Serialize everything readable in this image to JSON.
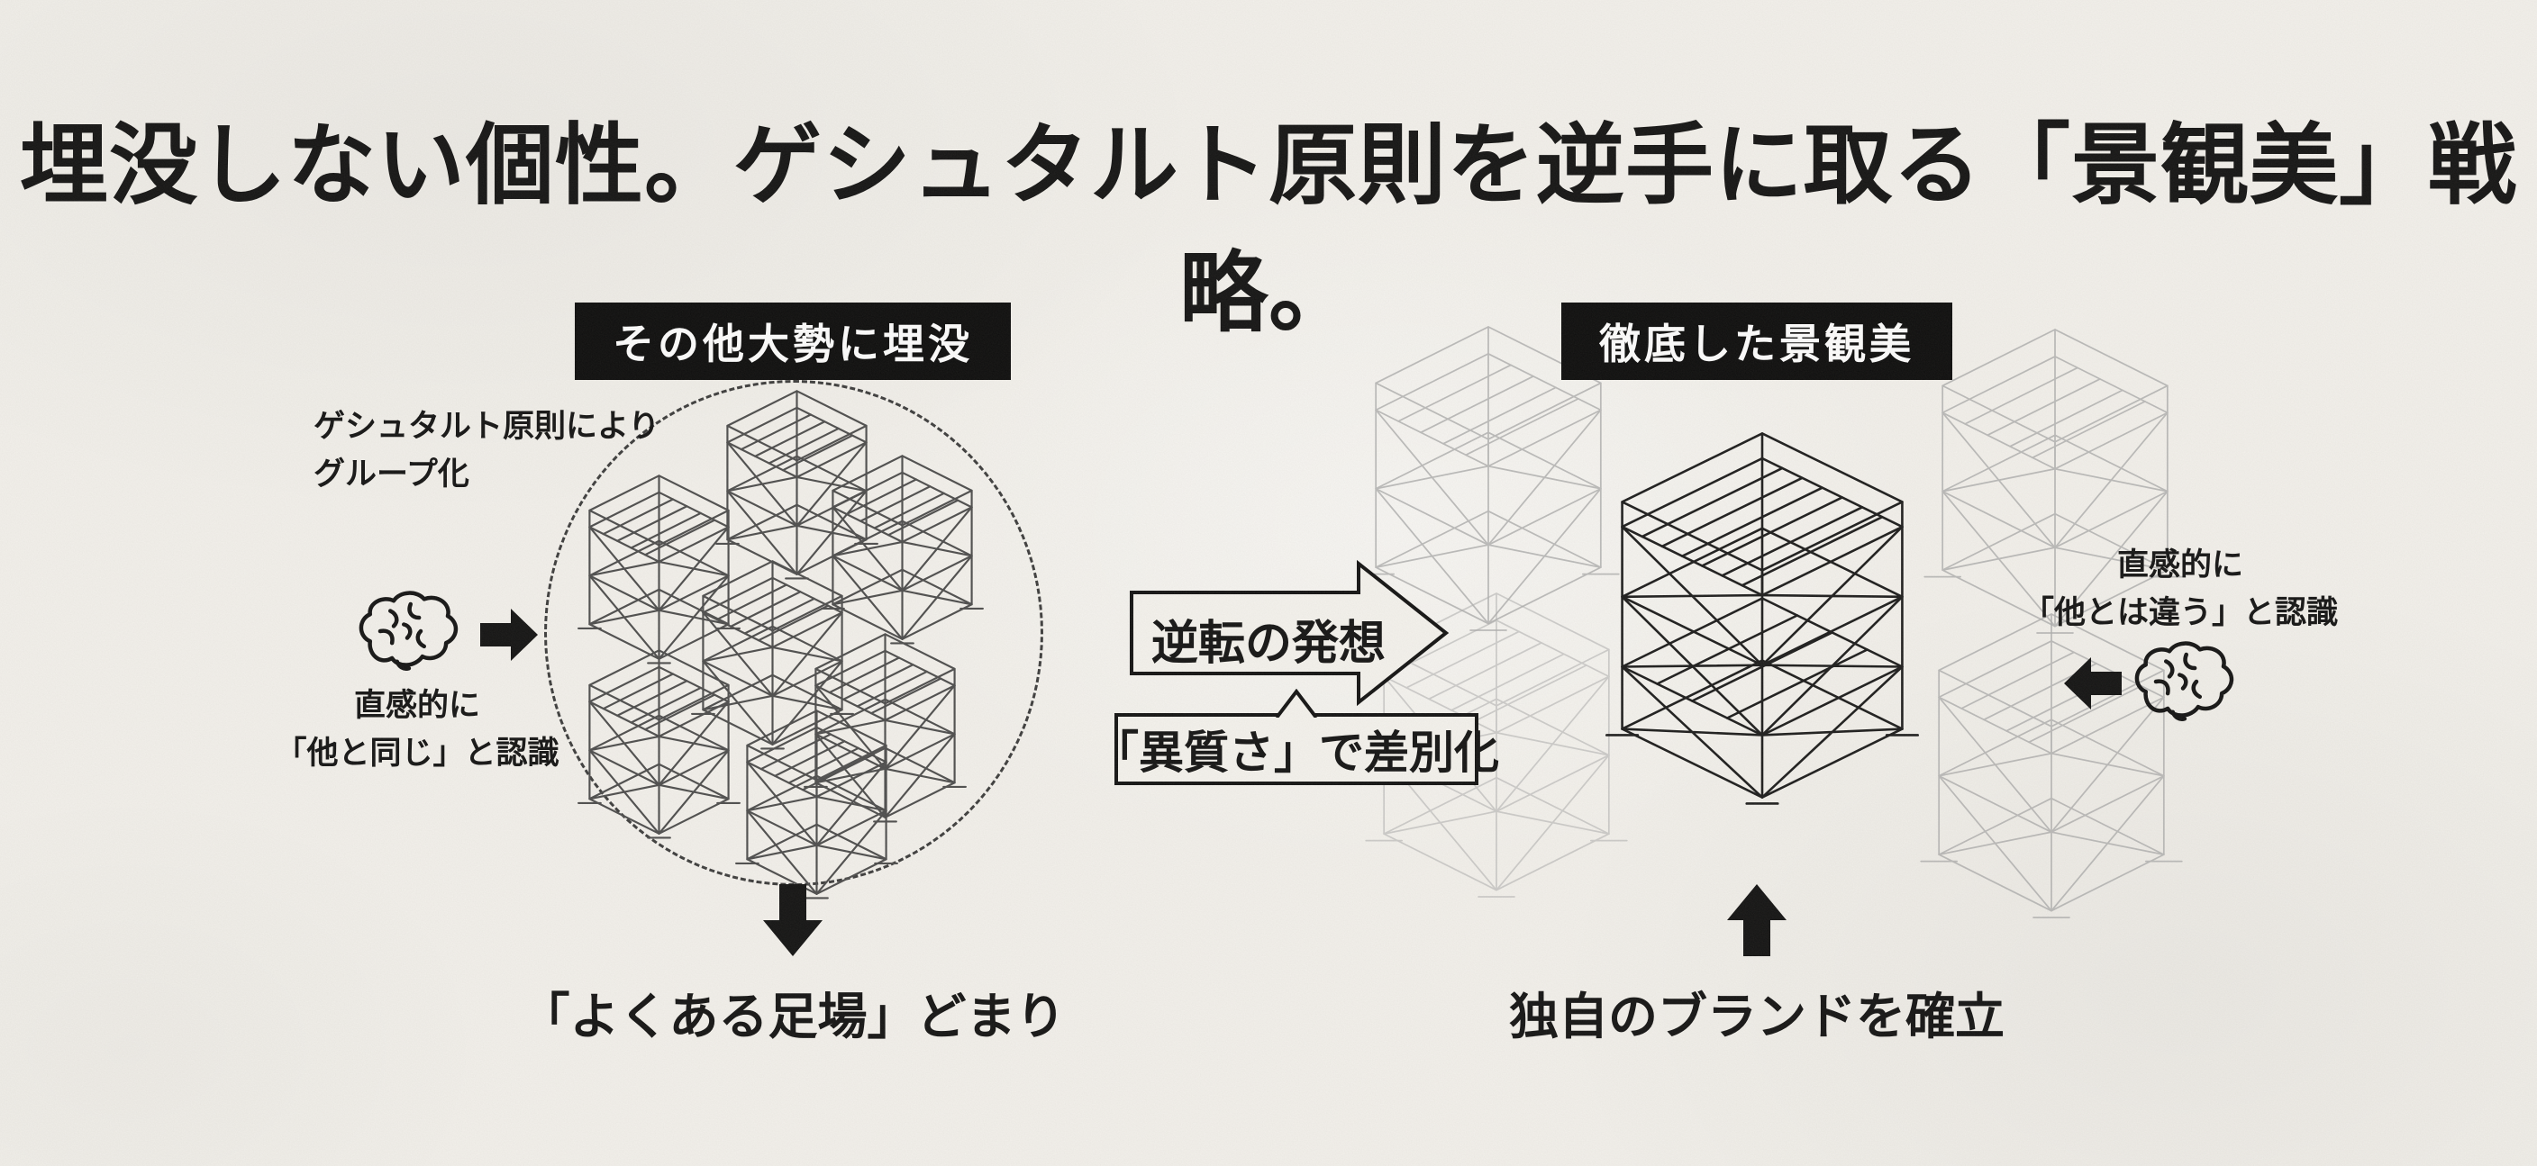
{
  "page": {
    "title": "埋没しない個性。ゲシュタルト原則を逆手に取る「景観美」戦略。"
  },
  "left": {
    "label": "その他大勢に埋没",
    "note": {
      "line1": "ゲシュタルト原則により",
      "line2": "グループ化"
    },
    "perception": {
      "line1": "直感的に",
      "line2": "「他と同じ」と認識"
    },
    "outcome": "「よくある足場」どまり"
  },
  "center": {
    "arrow_label": "逆転の発想",
    "box_label": "「異質さ」で差別化"
  },
  "right": {
    "label": "徹底した景観美",
    "perception": {
      "line1": "直感的に",
      "line2": "「他とは違う」と認識"
    },
    "outcome": "独自のブランドを確立"
  },
  "icons": {
    "brain": "brain-icon",
    "arrow_right": "arrow-right-icon",
    "arrow_left": "arrow-left-icon",
    "arrow_down": "arrow-down-icon",
    "arrow_up": "arrow-up-icon",
    "scaffold": "scaffold-illustration"
  },
  "colors": {
    "background": "#f4f2ed",
    "ink": "#121212",
    "label_bg": "#0b0b0b",
    "label_text": "#ffffff",
    "scaffold_cluster": "#4d4d4d",
    "scaffold_main": "#1b1b1b",
    "scaffold_ghost": "#aeaeae"
  }
}
